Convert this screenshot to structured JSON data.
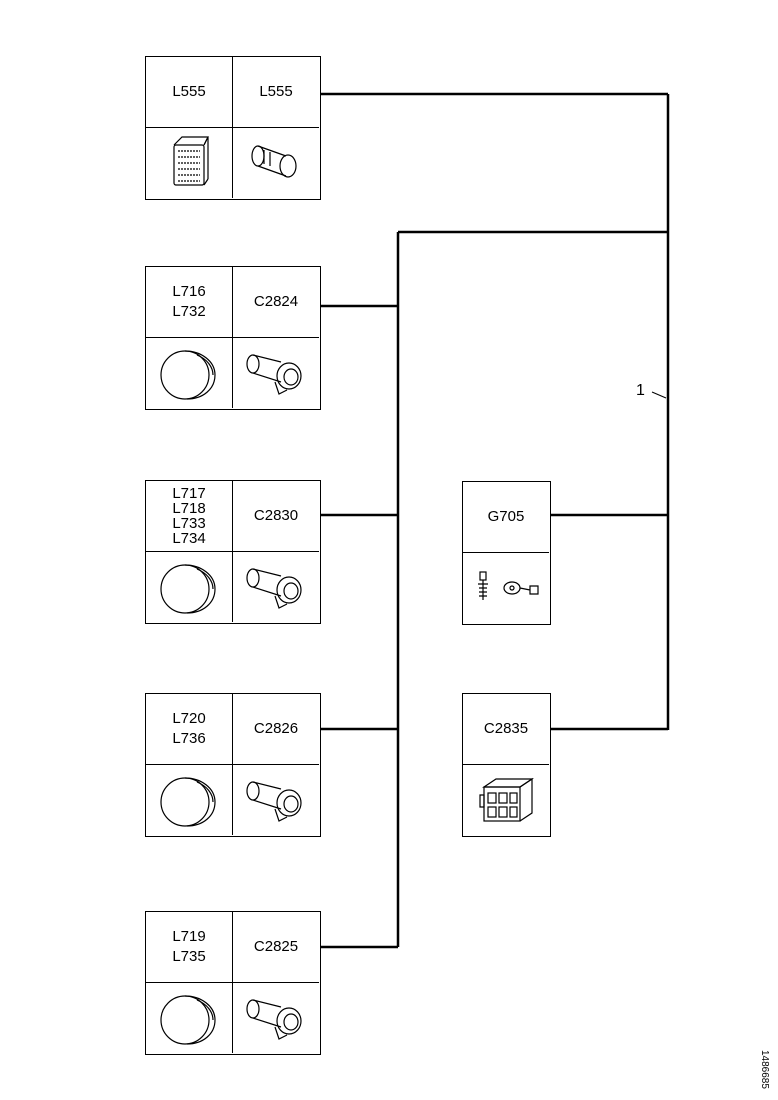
{
  "components": [
    {
      "id": "l555",
      "left_labels": [
        "L555"
      ],
      "right_label": "L555",
      "left_icon": "bulb-holder-icon",
      "right_icon": "bulb-icon"
    },
    {
      "id": "l716",
      "left_labels": [
        "L716",
        "L732"
      ],
      "right_label": "C2824",
      "left_icon": "lamp-lens-icon",
      "right_icon": "bulb-socket-icon"
    },
    {
      "id": "l717",
      "left_labels": [
        "L717",
        "L718",
        "L733",
        "L734"
      ],
      "right_label": "C2830",
      "left_icon": "lamp-lens-icon",
      "right_icon": "bulb-socket-icon"
    },
    {
      "id": "l720",
      "left_labels": [
        "L720",
        "L736"
      ],
      "right_label": "C2826",
      "left_icon": "lamp-lens-icon",
      "right_icon": "bulb-socket-icon"
    },
    {
      "id": "l719",
      "left_labels": [
        "L719",
        "L735"
      ],
      "right_label": "C2825",
      "left_icon": "lamp-lens-icon",
      "right_icon": "bulb-socket-icon"
    }
  ],
  "ground": {
    "label": "G705",
    "icon": "ground-screw-eyelet-icon"
  },
  "connector": {
    "label": "C2835",
    "icon": "multi-pin-connector-icon"
  },
  "callout": "1",
  "document_id": "1486685"
}
